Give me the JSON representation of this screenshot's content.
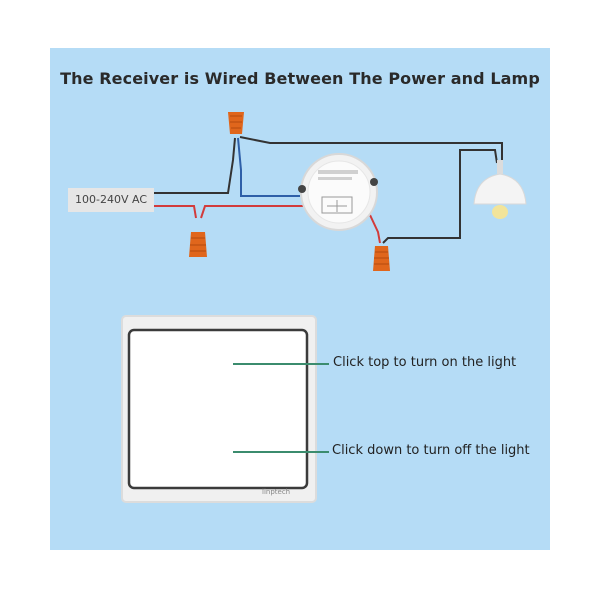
{
  "title": "The Receiver is Wired Between The Power and Lamp",
  "power_label": "100-240V AC",
  "switch": {
    "top_label": "Click top to turn on the light",
    "bottom_label": "Click down to turn off the light",
    "brand": "linptech"
  },
  "colors": {
    "background": "#b5dcf6",
    "wire_black": "#333333",
    "wire_red": "#d23b3b",
    "wire_blue": "#2e5fa8",
    "connector": "#e0661c",
    "pointer_line": "#3b8c6e"
  },
  "icons": [
    "wire-connector-icon",
    "receiver-module-icon",
    "ceiling-lamp-icon",
    "wall-switch-icon"
  ]
}
